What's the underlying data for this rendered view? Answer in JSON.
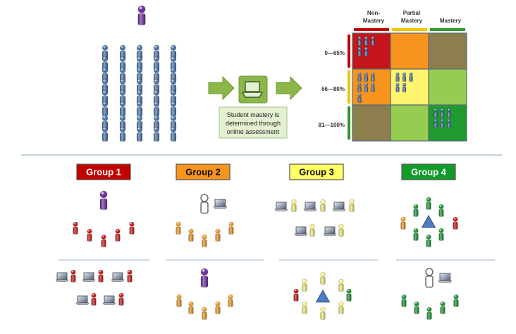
{
  "matrix": {
    "columns": [
      {
        "label_lines": [
          "Non-",
          "Mastery"
        ],
        "bar_color": "#c00000"
      },
      {
        "label_lines": [
          "Partial",
          "Mastery"
        ],
        "bar_color": "#f5c400"
      },
      {
        "label_lines": [
          "Mastery"
        ],
        "bar_color": "#2a9a2a"
      }
    ],
    "rows": [
      {
        "label": "0—65%",
        "bar_color": "#c00000"
      },
      {
        "label": "66—80%",
        "bar_color": "#f5c400"
      },
      {
        "label": "81—100%",
        "bar_color": "#2a9a2a"
      }
    ],
    "cells": [
      [
        "#c4161c",
        "#f7941d",
        "#8d7e4d"
      ],
      [
        "#f7941d",
        "#fff46e",
        "#96cc4f"
      ],
      [
        "#8d7e4d",
        "#96cc4f",
        "#1e9a2e"
      ]
    ],
    "cell_student_counts": [
      [
        5,
        0,
        0
      ],
      [
        7,
        5,
        0
      ],
      [
        0,
        0,
        6
      ]
    ]
  },
  "assessment_note": [
    "Student mastery is",
    "determined through",
    "online assessment"
  ],
  "groups": [
    {
      "label": "Group 1",
      "fill": "#c00000",
      "text_color": "#ffffff"
    },
    {
      "label": "Group 2",
      "fill": "#f7941d",
      "text_color": "#111111"
    },
    {
      "label": "Group 3",
      "fill": "#ffff66",
      "text_color": "#111111"
    },
    {
      "label": "Group 4",
      "fill": "#119c2a",
      "text_color": "#ffffff"
    }
  ],
  "colors": {
    "student_blue": "#4a76b0",
    "teacher_purple": "#7030a0",
    "arrow_green": "#8ab64a",
    "divider": "#9fb6c7",
    "laptop_box": "#e4f0d2"
  }
}
